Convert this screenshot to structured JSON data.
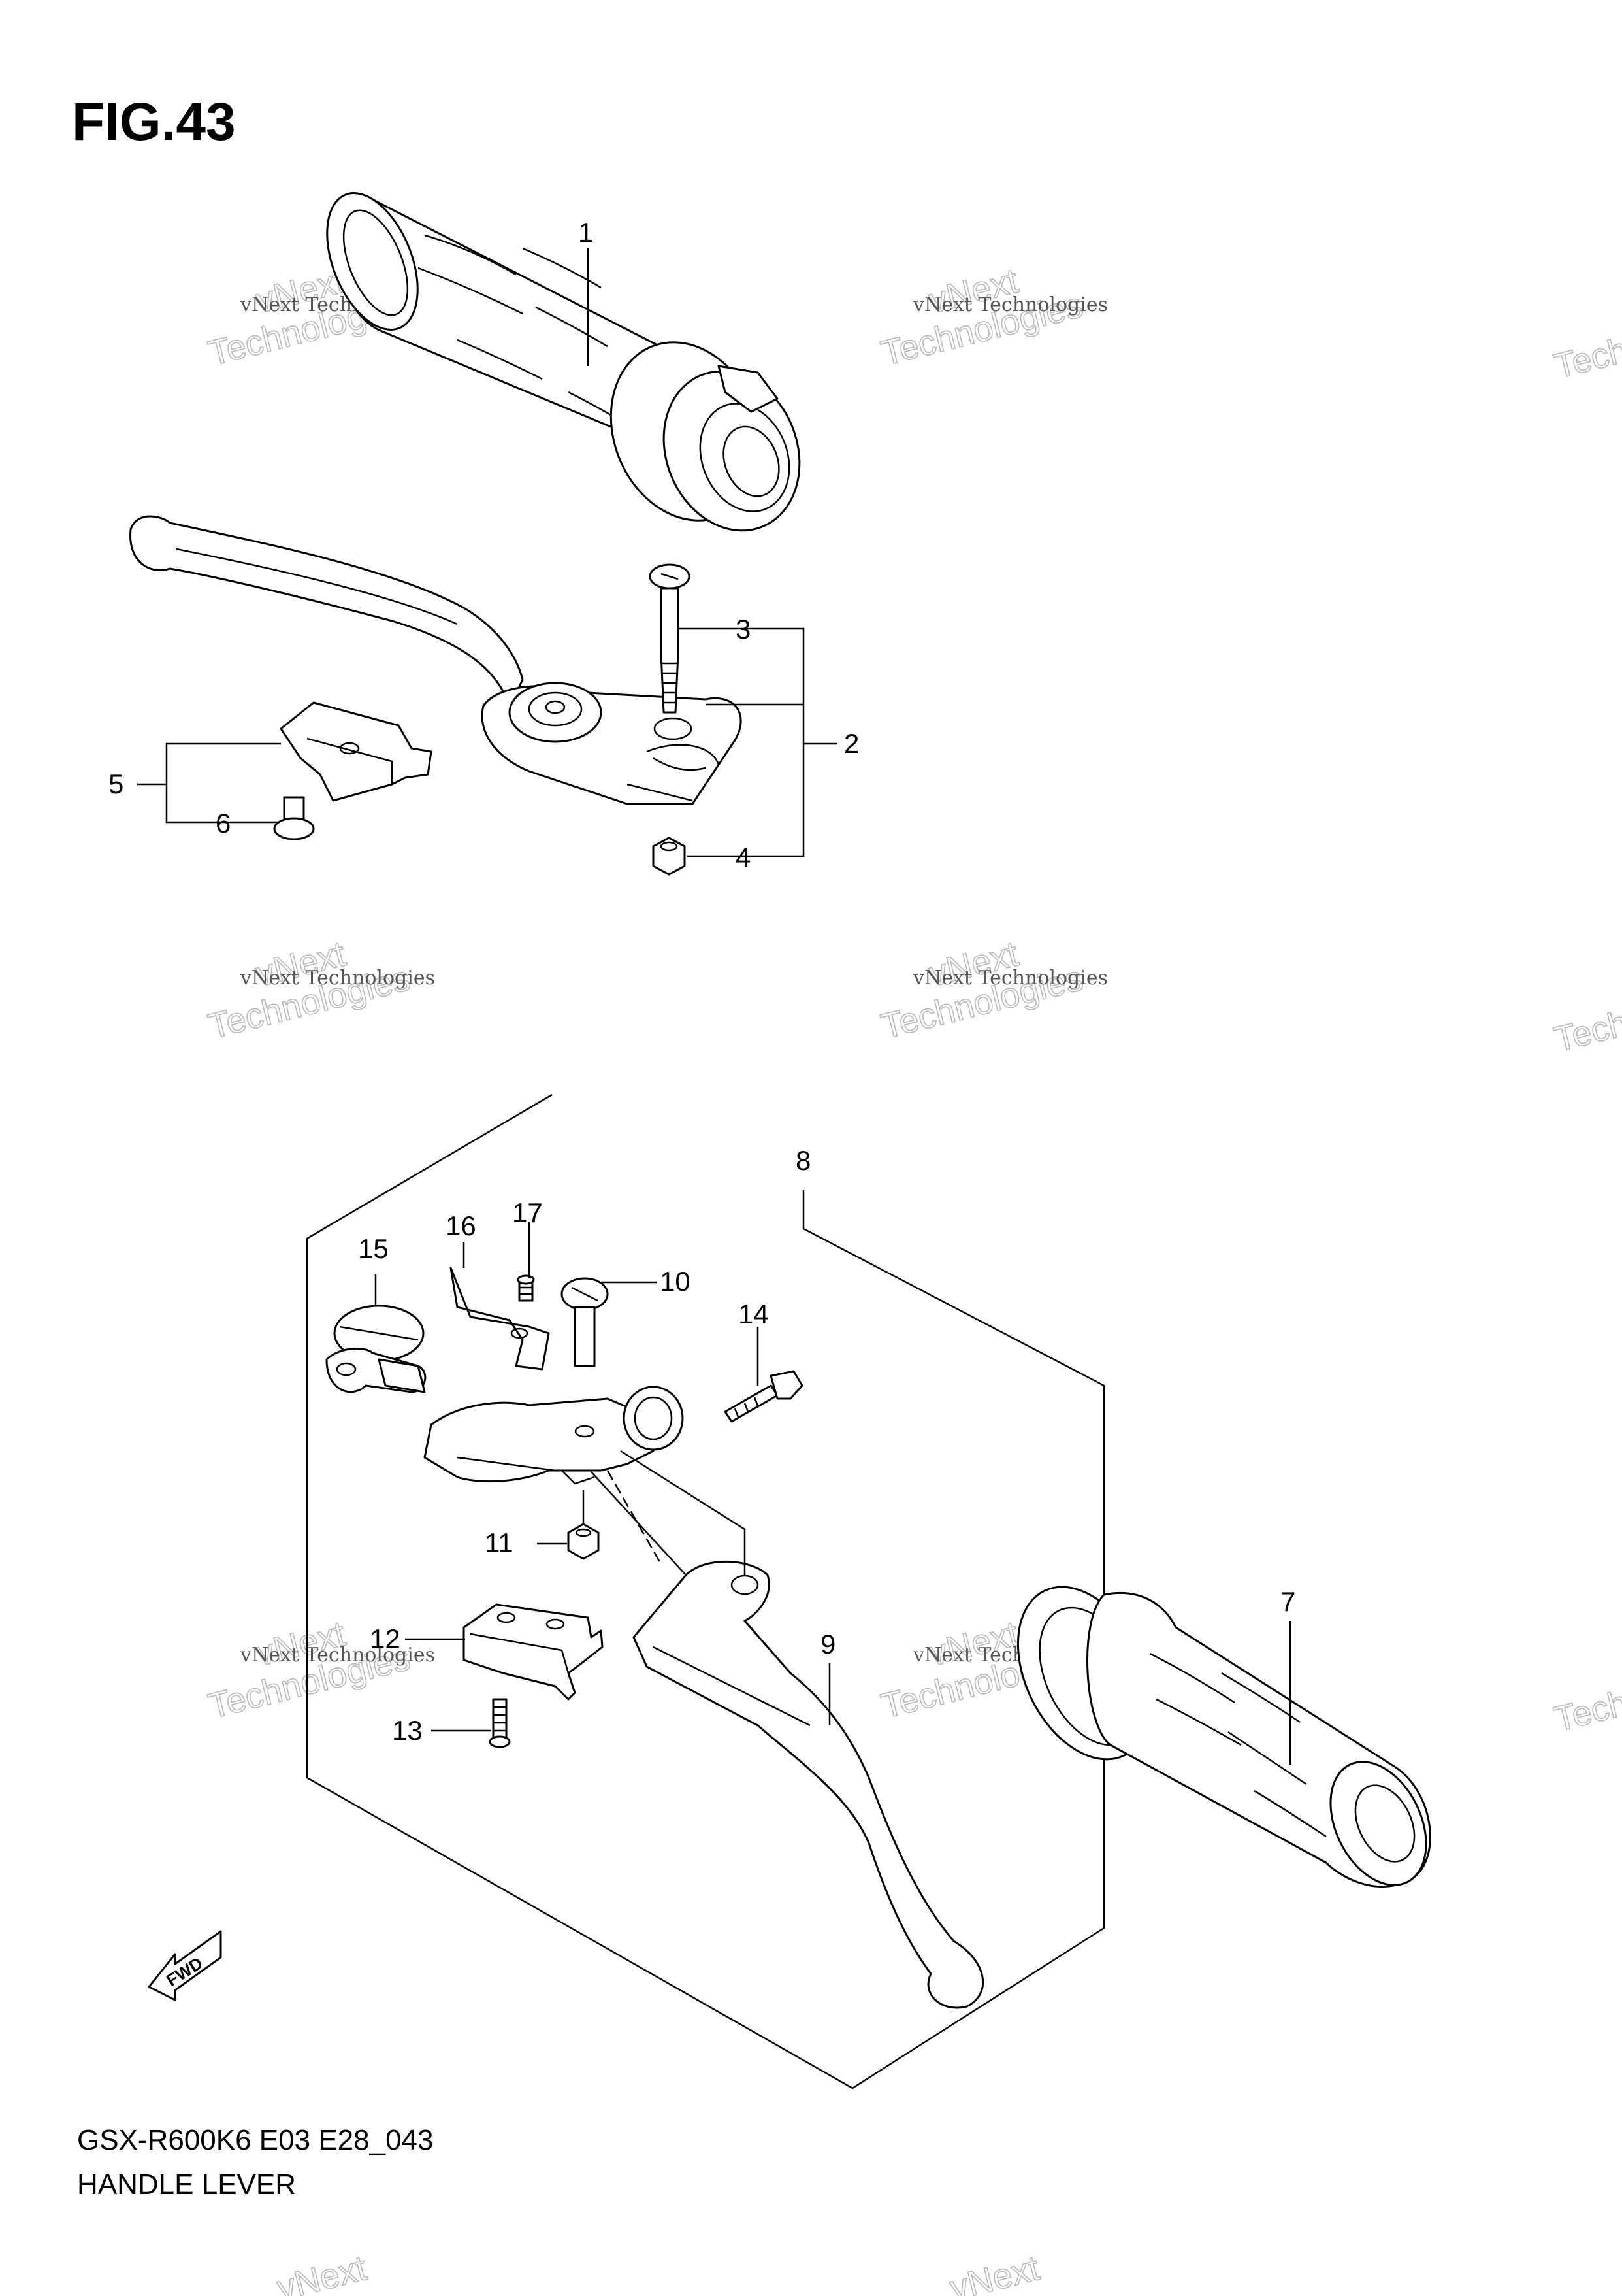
{
  "figure": {
    "title": "FIG.43",
    "model_code": "GSX-R600K6 E03 E28_043",
    "section_name": "HANDLE LEVER"
  },
  "callouts": [
    "1",
    "2",
    "3",
    "4",
    "5",
    "6",
    "7",
    "8",
    "9",
    "10",
    "11",
    "12",
    "13",
    "14",
    "15",
    "16",
    "17"
  ],
  "watermark": {
    "line1": "vNext",
    "line2": "Technologies",
    "caption": "vNext Technologies"
  },
  "direction_marker": {
    "label": "FWD"
  }
}
